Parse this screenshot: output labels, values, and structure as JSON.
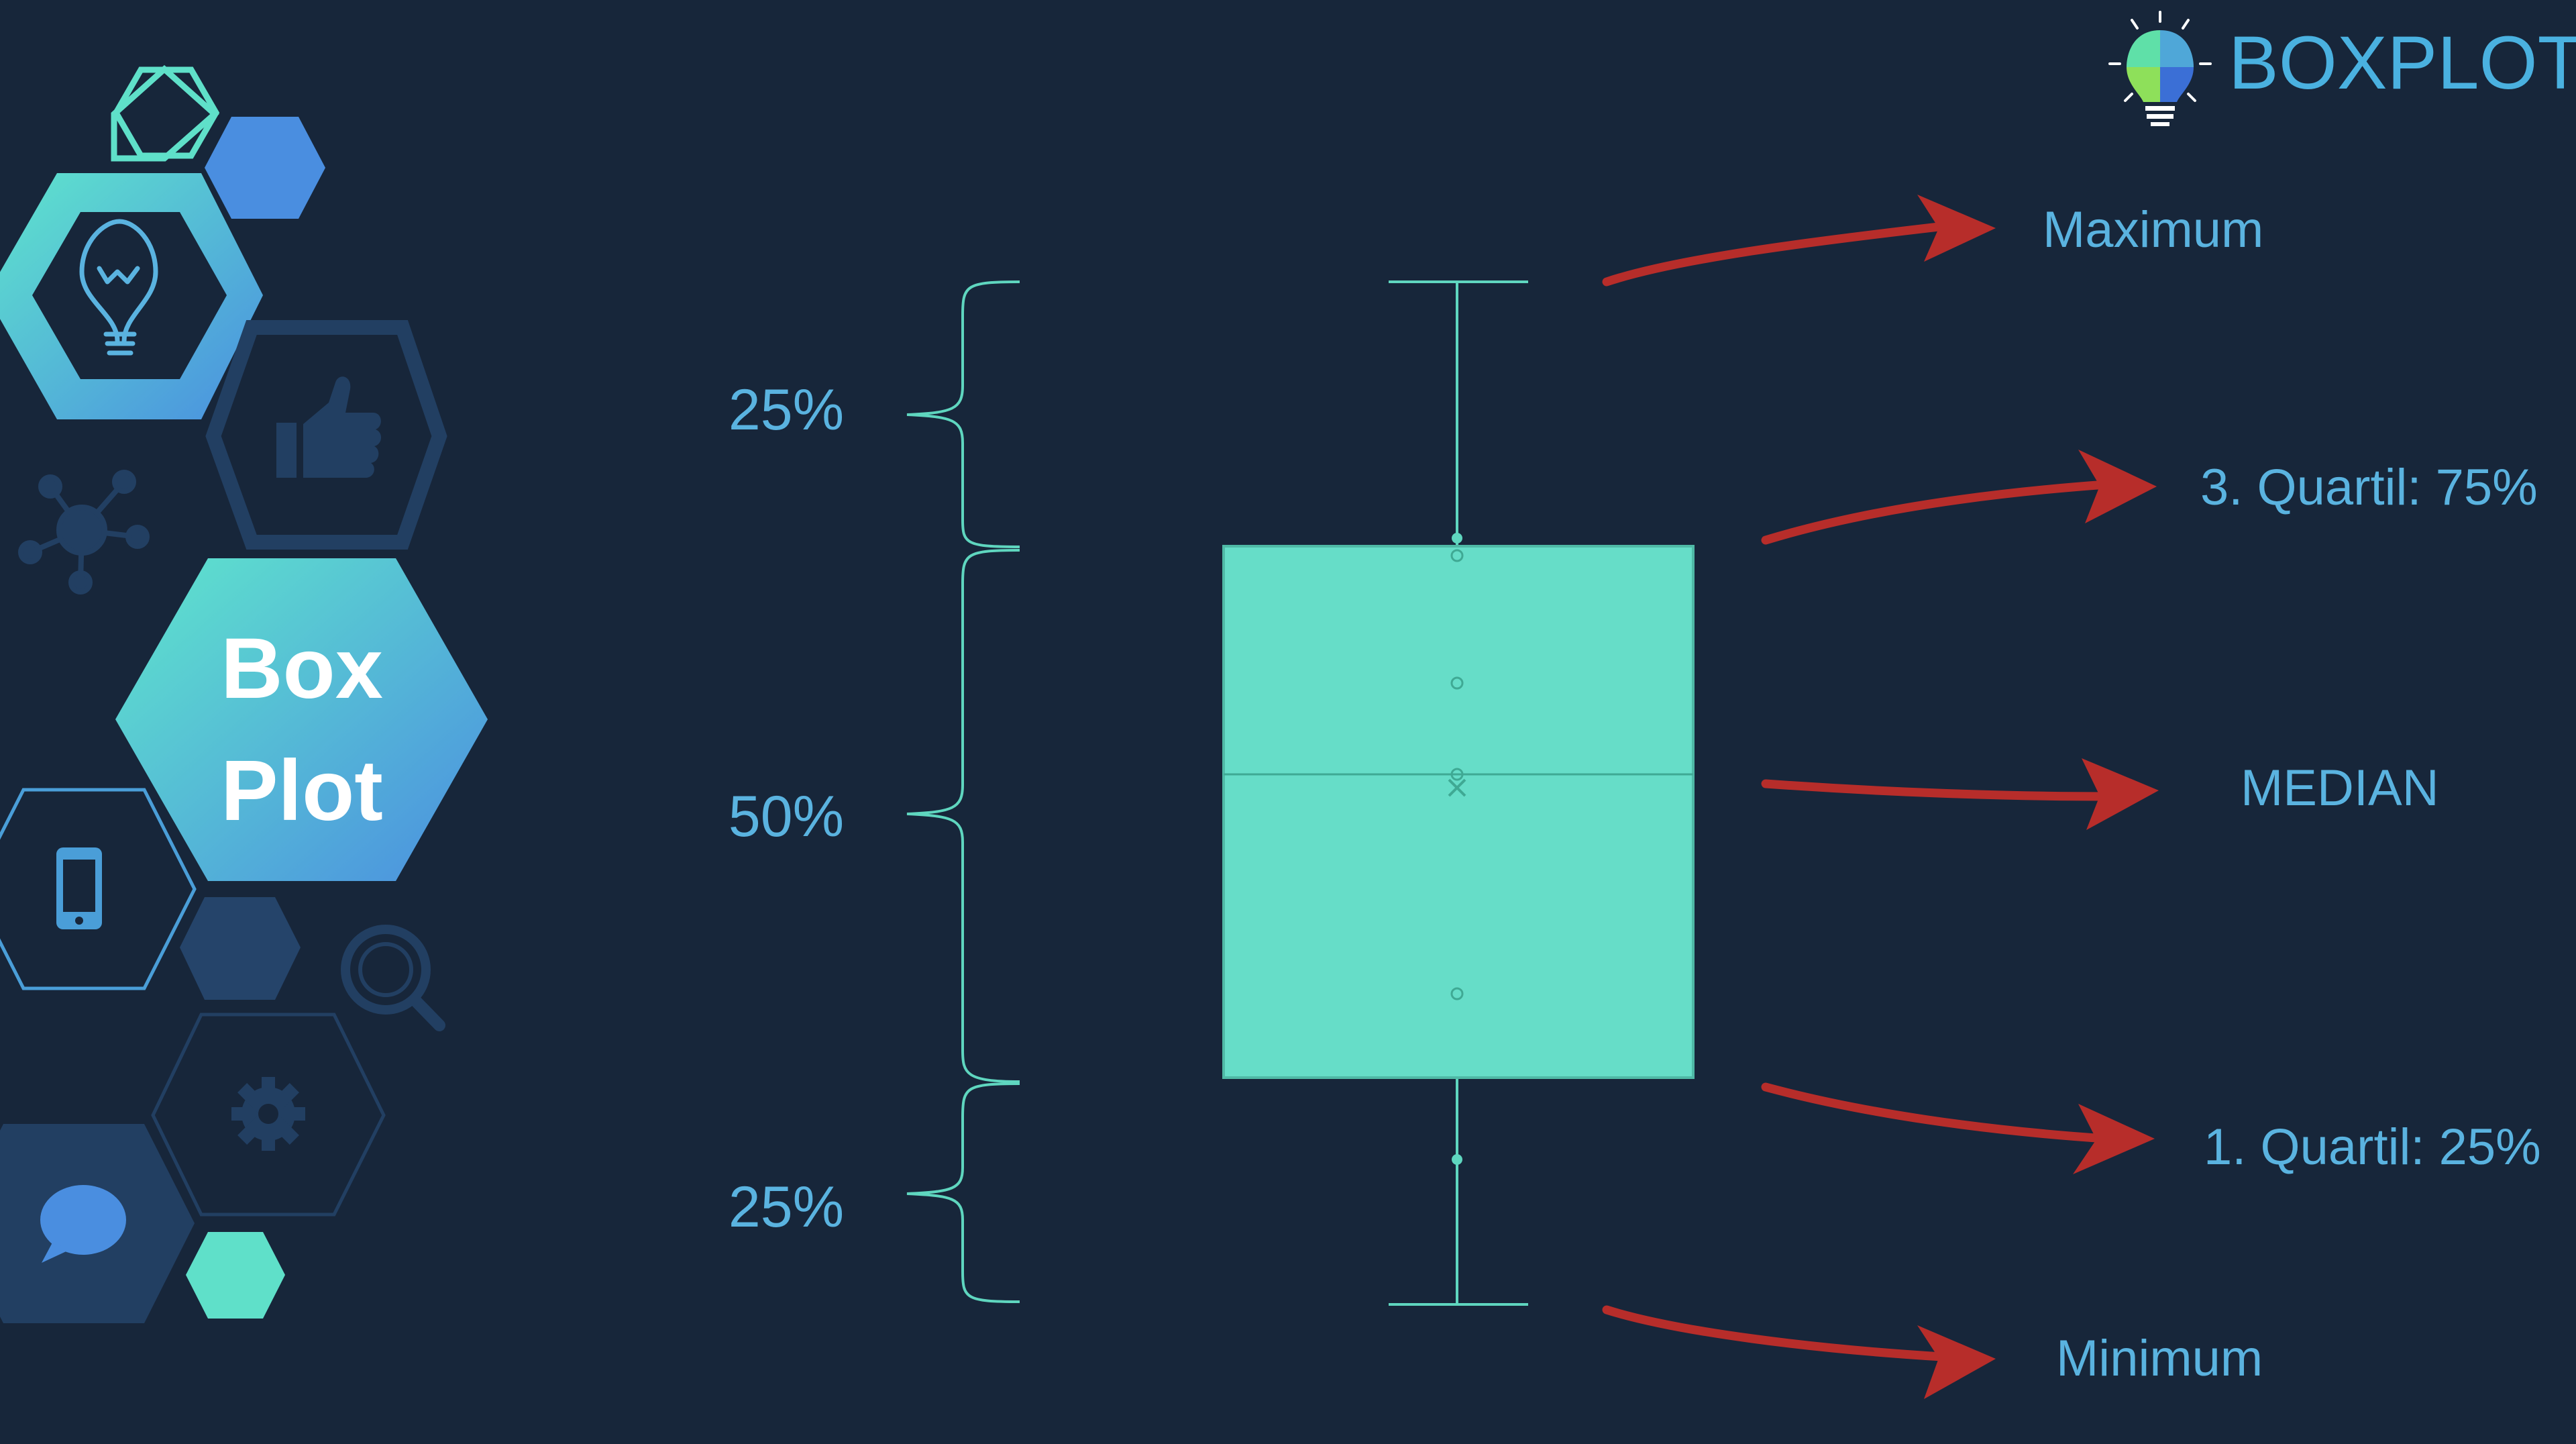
{
  "brand": {
    "text": "BOXPLOT"
  },
  "sidebar": {
    "title_line1": "Box",
    "title_line2": "Plot"
  },
  "percent_labels": {
    "top": "25%",
    "middle": "50%",
    "bottom": "25%"
  },
  "annotations": {
    "maximum": "Maximum",
    "q3": "3. Quartil: 75%",
    "median": "MEDIAN",
    "q1": "1. Quartil: 25%",
    "minimum": "Minimum"
  },
  "colors": {
    "background": "#17263a",
    "box_fill": "#66ddc8",
    "whisker": "#5fd6bf",
    "label": "#5ab3e0",
    "arrow": "#b72d2a",
    "hex_teal": "#5fe0c9",
    "hex_blue": "#4a8ee0",
    "hex_dark": "#25446a"
  },
  "icons": [
    "lightbulb-icon",
    "thumbs-up-icon",
    "network-icon",
    "smartphone-icon",
    "search-icon",
    "gear-icon",
    "chat-bubble-icon",
    "brand-lightbulb-icon"
  ]
}
